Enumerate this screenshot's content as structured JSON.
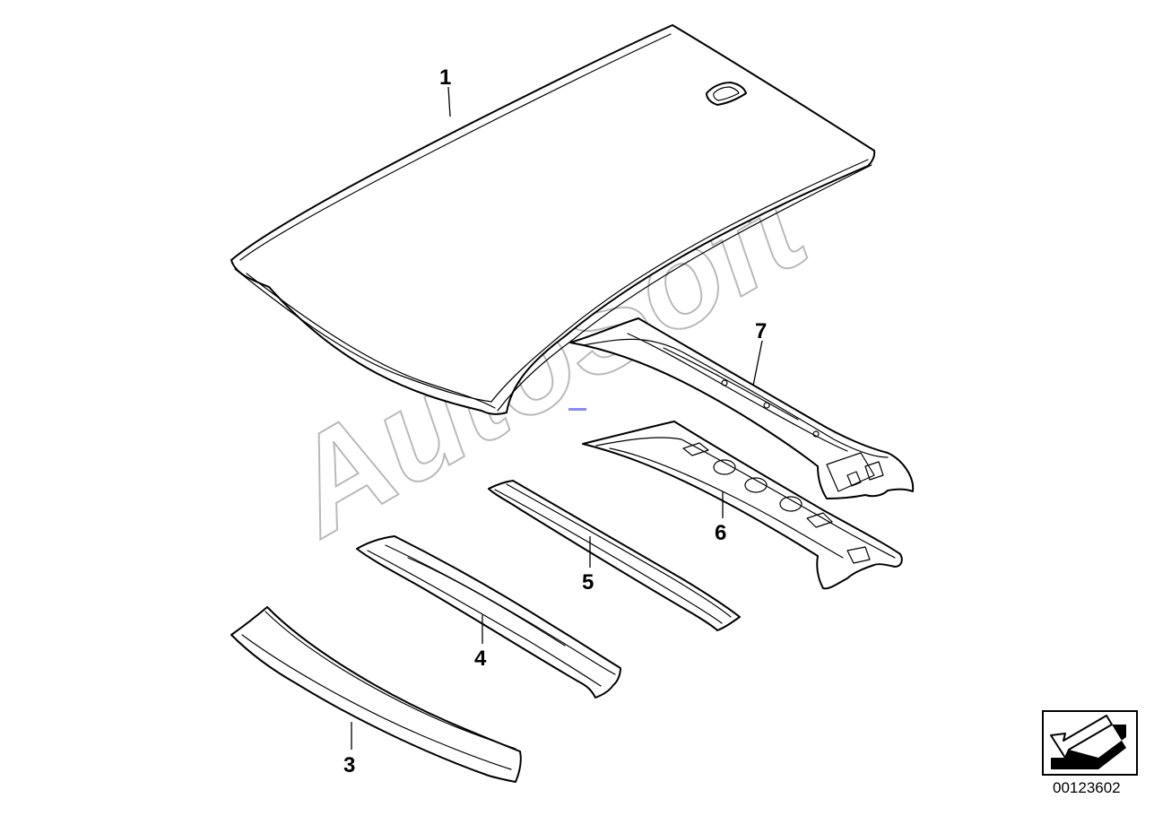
{
  "watermark": "AutoSoft",
  "drawing_number": "00123602",
  "callouts": [
    {
      "id": "1"
    },
    {
      "id": "3"
    },
    {
      "id": "4"
    },
    {
      "id": "5"
    },
    {
      "id": "6"
    },
    {
      "id": "7"
    }
  ],
  "icons": {
    "orientation": "direction-arrow-icon"
  },
  "colors": {
    "line": "#000000",
    "watermark": "#b9b9b9",
    "marker": "#8888ff"
  }
}
